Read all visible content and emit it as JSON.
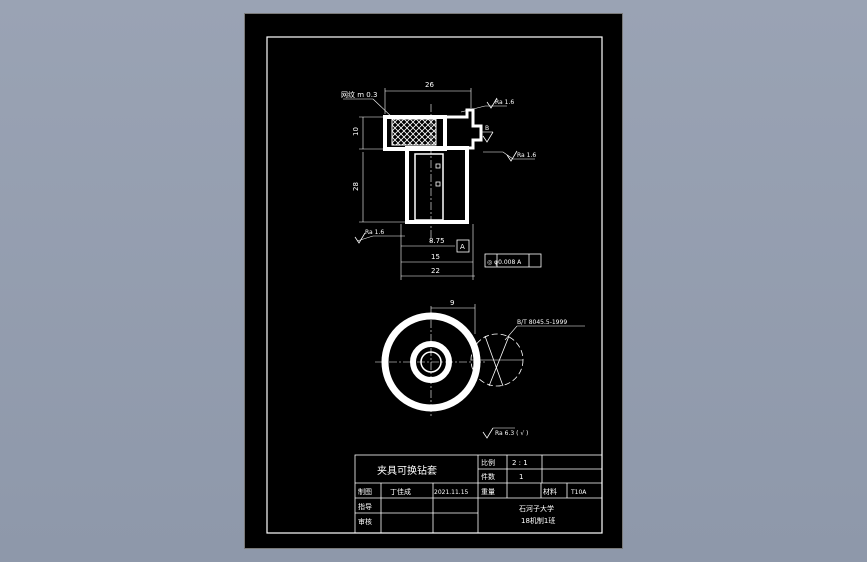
{
  "drawing": {
    "part_name": "夹具可换钻套",
    "labels": {
      "knurl": "网纹 m 0.3",
      "b_label": "B",
      "standard": "B/T 8045.5-1999",
      "roughness_general": "Ra 6.3 ( √ )",
      "tolerance": "◎ φ0.008 A"
    },
    "dims": {
      "width_top": "26",
      "height_upper": "10",
      "height_lower": "28",
      "bore": "8.75",
      "d1": "15",
      "d2": "22",
      "top_view_dim": "9"
    },
    "roughness": [
      "Ra 1.6",
      "Ra 1.6",
      "Ra 1.6"
    ],
    "title_block": {
      "ratio_label": "比例",
      "ratio_value": "2 : 1",
      "count_label": "件数",
      "count_value": "1",
      "weight_label": "重量",
      "material_label": "材料",
      "material_value": "T10A",
      "drawn_label": "制图",
      "drawn_name": "丁佳成",
      "drawn_date": "2021.11.15",
      "guide_label": "指导",
      "review_label": "审核",
      "org_line1": "石河子大学",
      "org_line2": "18机制1班"
    }
  }
}
